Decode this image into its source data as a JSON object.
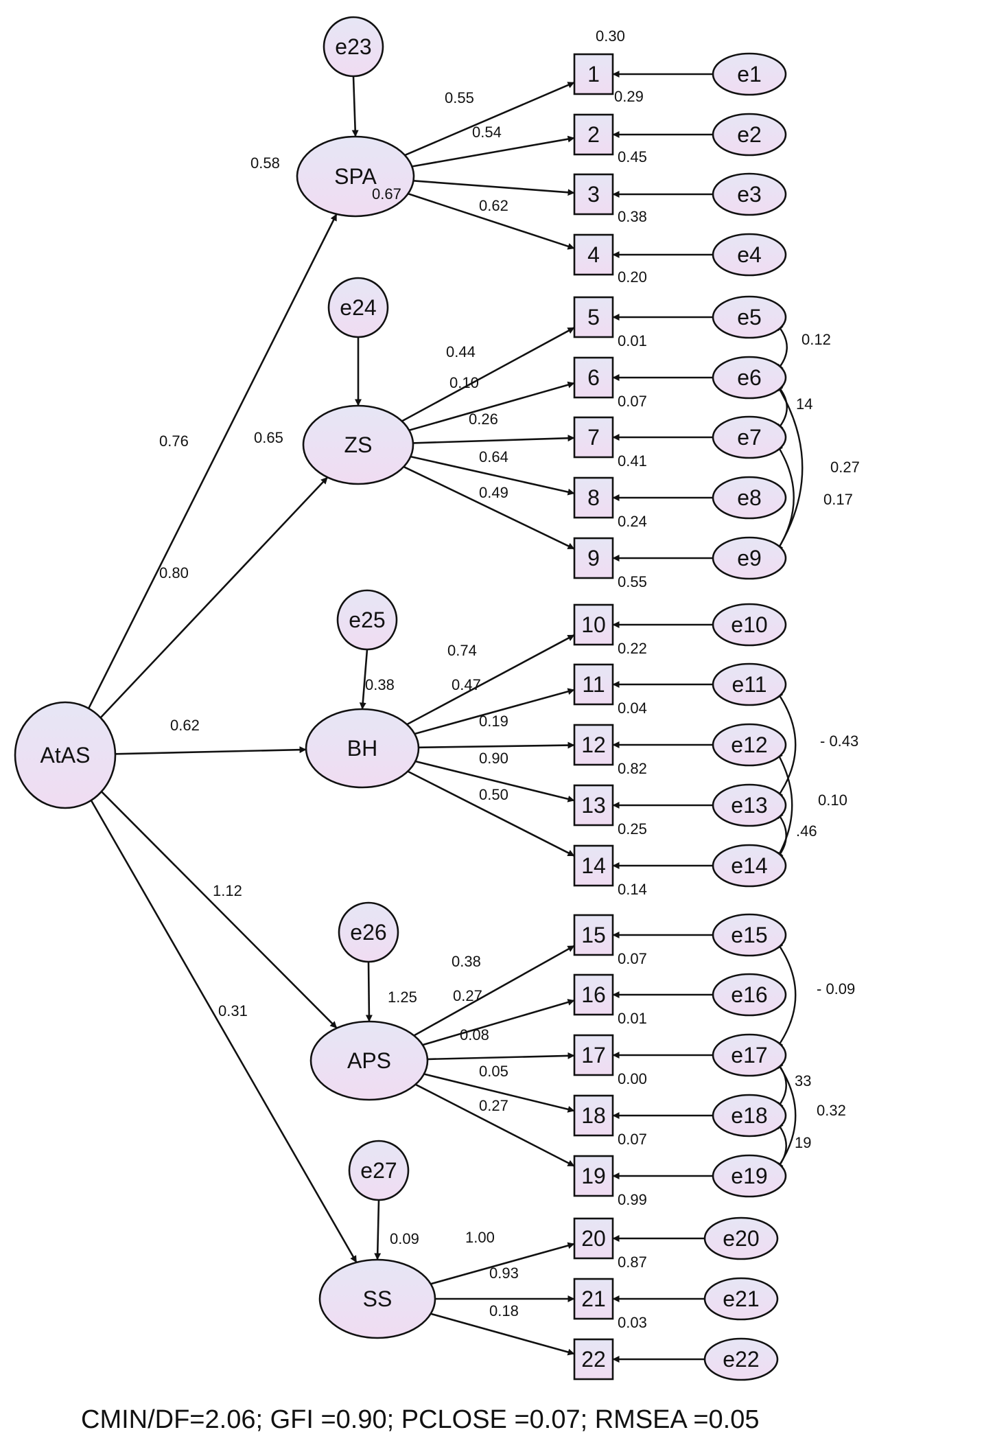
{
  "colors": {
    "fill_top": "#e6e6f5",
    "fill_bottom": "#f0dcf2",
    "stroke": "#111111",
    "background": "#ffffff"
  },
  "root": {
    "id": "AtAS",
    "label": "AtAS"
  },
  "latents": [
    {
      "id": "SPA",
      "label": "SPA",
      "path_from_root": "0.76",
      "r2": "0.58",
      "disturbance": "e23",
      "items": [
        {
          "id": "1",
          "label": "1",
          "loading": "0.55",
          "error": "e1",
          "r2": "0.30"
        },
        {
          "id": "2",
          "label": "2",
          "loading": "0.54",
          "error": "e2",
          "r2": "0.29"
        },
        {
          "id": "3",
          "label": "3",
          "loading": "0.67",
          "error": "e3",
          "r2": "0.45"
        },
        {
          "id": "4",
          "label": "4",
          "loading": "0.62",
          "error": "e4",
          "r2": "0.38"
        }
      ],
      "below_last_item": "0.20"
    },
    {
      "id": "ZS",
      "label": "ZS",
      "path_from_root": "0.80",
      "r2": "0.65",
      "disturbance": "e24",
      "items": [
        {
          "id": "5",
          "label": "5",
          "loading": "0.44",
          "error": "e5",
          "r2": "0.01"
        },
        {
          "id": "6",
          "label": "6",
          "loading": "0.10",
          "error": "e6",
          "r2": "0.07"
        },
        {
          "id": "7",
          "label": "7",
          "loading": "0.26",
          "error": "e7",
          "r2": "0.41"
        },
        {
          "id": "8",
          "label": "8",
          "loading": "0.64",
          "error": "e8",
          "r2": "0.24"
        },
        {
          "id": "9",
          "label": "9",
          "loading": "0.49",
          "error": "e9",
          "r2": "0.55"
        }
      ]
    },
    {
      "id": "BH",
      "label": "BH",
      "path_from_root": "0.62",
      "r2": "0.38",
      "disturbance": "e25",
      "items": [
        {
          "id": "10",
          "label": "10",
          "loading": "0.74",
          "error": "e10",
          "r2": "0.22"
        },
        {
          "id": "11",
          "label": "11",
          "loading": "0.47",
          "error": "e11",
          "r2": "0.04"
        },
        {
          "id": "12",
          "label": "12",
          "loading": "0.19",
          "error": "e12",
          "r2": "0.82"
        },
        {
          "id": "13",
          "label": "13",
          "loading": "0.90",
          "error": "e13",
          "r2": "0.25"
        },
        {
          "id": "14",
          "label": "14",
          "loading": "0.50",
          "error": "e14",
          "r2": "0.14"
        }
      ]
    },
    {
      "id": "APS",
      "label": "APS",
      "path_from_root": "1.12",
      "r2": "1.25",
      "disturbance": "e26",
      "items": [
        {
          "id": "15",
          "label": "15",
          "loading": "0.38",
          "error": "e15",
          "r2": "0.07"
        },
        {
          "id": "16",
          "label": "16",
          "loading": "0.27",
          "error": "e16",
          "r2": "0.01"
        },
        {
          "id": "17",
          "label": "17",
          "loading": "0.08",
          "error": "e17",
          "r2": "0.00"
        },
        {
          "id": "18",
          "label": "18",
          "loading": "0.05",
          "error": "e18",
          "r2": "0.07"
        },
        {
          "id": "19",
          "label": "19",
          "loading": "0.27",
          "error": "e19",
          "r2": "0.99"
        }
      ]
    },
    {
      "id": "SS",
      "label": "SS",
      "path_from_root": "0.31",
      "r2": "0.09",
      "disturbance": "e27",
      "items": [
        {
          "id": "20",
          "label": "20",
          "loading": "1.00",
          "error": "e20",
          "r2": "0.87"
        },
        {
          "id": "21",
          "label": "21",
          "loading": "0.93",
          "error": "e21",
          "r2": "0.03"
        },
        {
          "id": "22",
          "label": "22",
          "loading": "0.18",
          "error": "e22",
          "r2": ""
        }
      ]
    }
  ],
  "covariances": [
    {
      "from": "e5",
      "to": "e6",
      "value": "0.12"
    },
    {
      "from": "e6",
      "to": "e7",
      "value": "14"
    },
    {
      "from": "e6",
      "to": "e9",
      "value": "0.27"
    },
    {
      "from": "e7",
      "to": "e9",
      "value": "0.17"
    },
    {
      "from": "e11",
      "to": "e13",
      "value": "- 0.43"
    },
    {
      "from": "e12",
      "to": "e14",
      "value": "0.10"
    },
    {
      "from": "e13",
      "to": "e14",
      "value": ".46"
    },
    {
      "from": "e15",
      "to": "e17",
      "value": "- 0.09"
    },
    {
      "from": "e17",
      "to": "e18",
      "value": "33"
    },
    {
      "from": "e17",
      "to": "e19",
      "value": "0.32"
    },
    {
      "from": "e18",
      "to": "e19",
      "value": "19"
    }
  ],
  "fit_indices": "CMIN/DF=2.06; GFI =0.90; PCLOSE =0.07; RMSEA =0.05"
}
